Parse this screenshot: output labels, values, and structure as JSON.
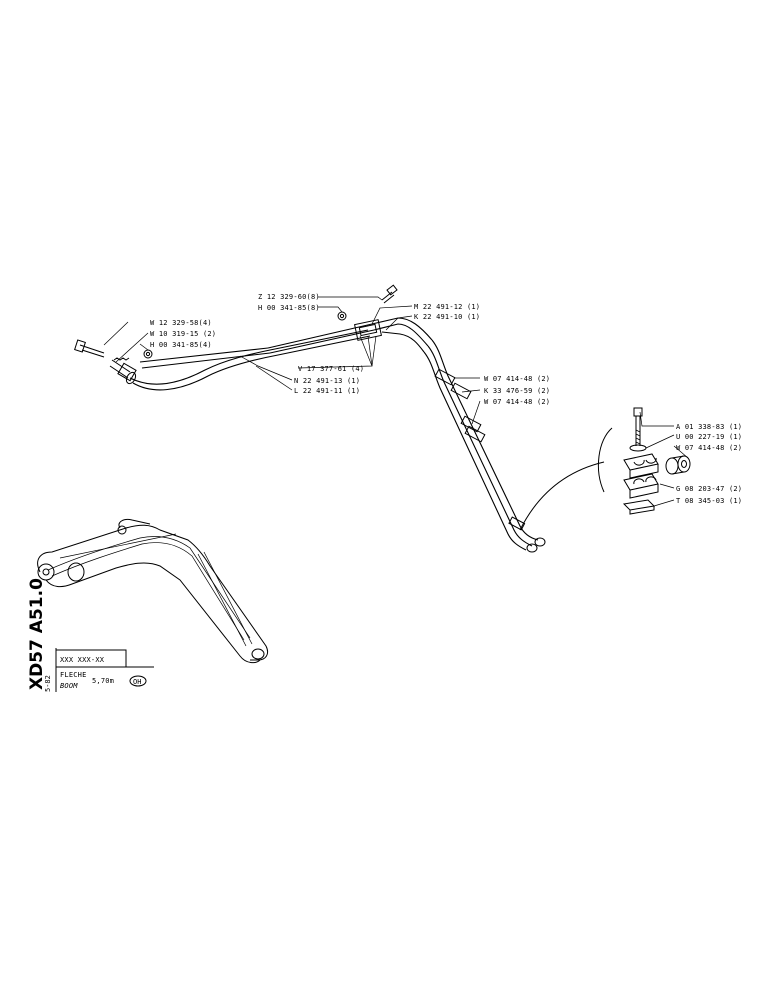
{
  "labels": {
    "z12": "Z 12 329-60(8)",
    "h00_8": "H 00 341-85(8)",
    "w12": "W 12 329-58(4)",
    "w10": "W 10 319-15 (2)",
    "h00_4": "H 00 341-85(4)",
    "m22": "M 22 491-12 (1)",
    "k22": "K 22 491-10 (1)",
    "v17": "V 17 377-61 (4)",
    "n22": "N 22 491-13 (1)",
    "l22": "L 22 491-11 (1)",
    "w07a": "W 07 414-48 (2)",
    "k33": "K 33 476-59 (2)",
    "w07b": "W 07 414-48 (2)",
    "a01": "A 01 338-83 (1)",
    "u00": "U 00 227-19 (1)",
    "w07c": "W 07 414-48 (2)",
    "g08": "G 08 203-47 (2)",
    "t08": "T 08 345-03 (1)"
  },
  "title_block": {
    "drawing_code": "XD57 A51.0",
    "serial": "XXX XXX-XX",
    "sheet_ref": "5-82",
    "name_fr": "FLECHE",
    "name_en": "BOOM",
    "size": "5,70m",
    "badge": "OH"
  }
}
